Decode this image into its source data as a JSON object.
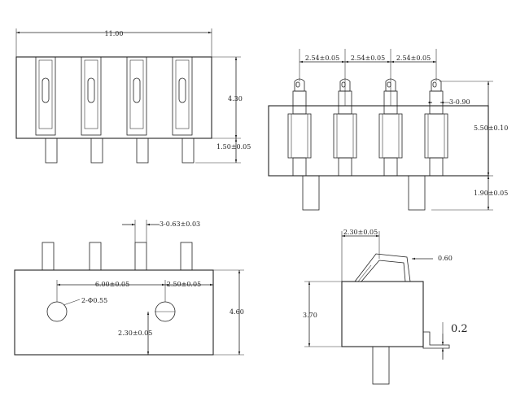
{
  "views": {
    "top_left": {
      "width_label": "11.00",
      "height_label": "4.30",
      "pin_label": "1.50±0.05"
    },
    "top_right": {
      "pitch_labels": [
        "2.54±0.05",
        "2.54±0.05",
        "2.54±0.05"
      ],
      "tip_label": "3-0.90",
      "height_label": "5.50±0.10",
      "pin_label": "1.90±0.05"
    },
    "bottom_left": {
      "pin_width_label": "3-0.63±0.03",
      "hole_spacing_label": "6.00±0.05",
      "hole_offset_label": "2.50±0.05",
      "hole_dia_label": "2-Φ0.55",
      "hole_height_label": "2.30±0.05",
      "height_label": "4.60"
    },
    "bottom_right": {
      "width_label": "2.30±0.05",
      "thickness_label": "0.60",
      "height_label": "3.70",
      "tab_label": "0.2"
    }
  }
}
